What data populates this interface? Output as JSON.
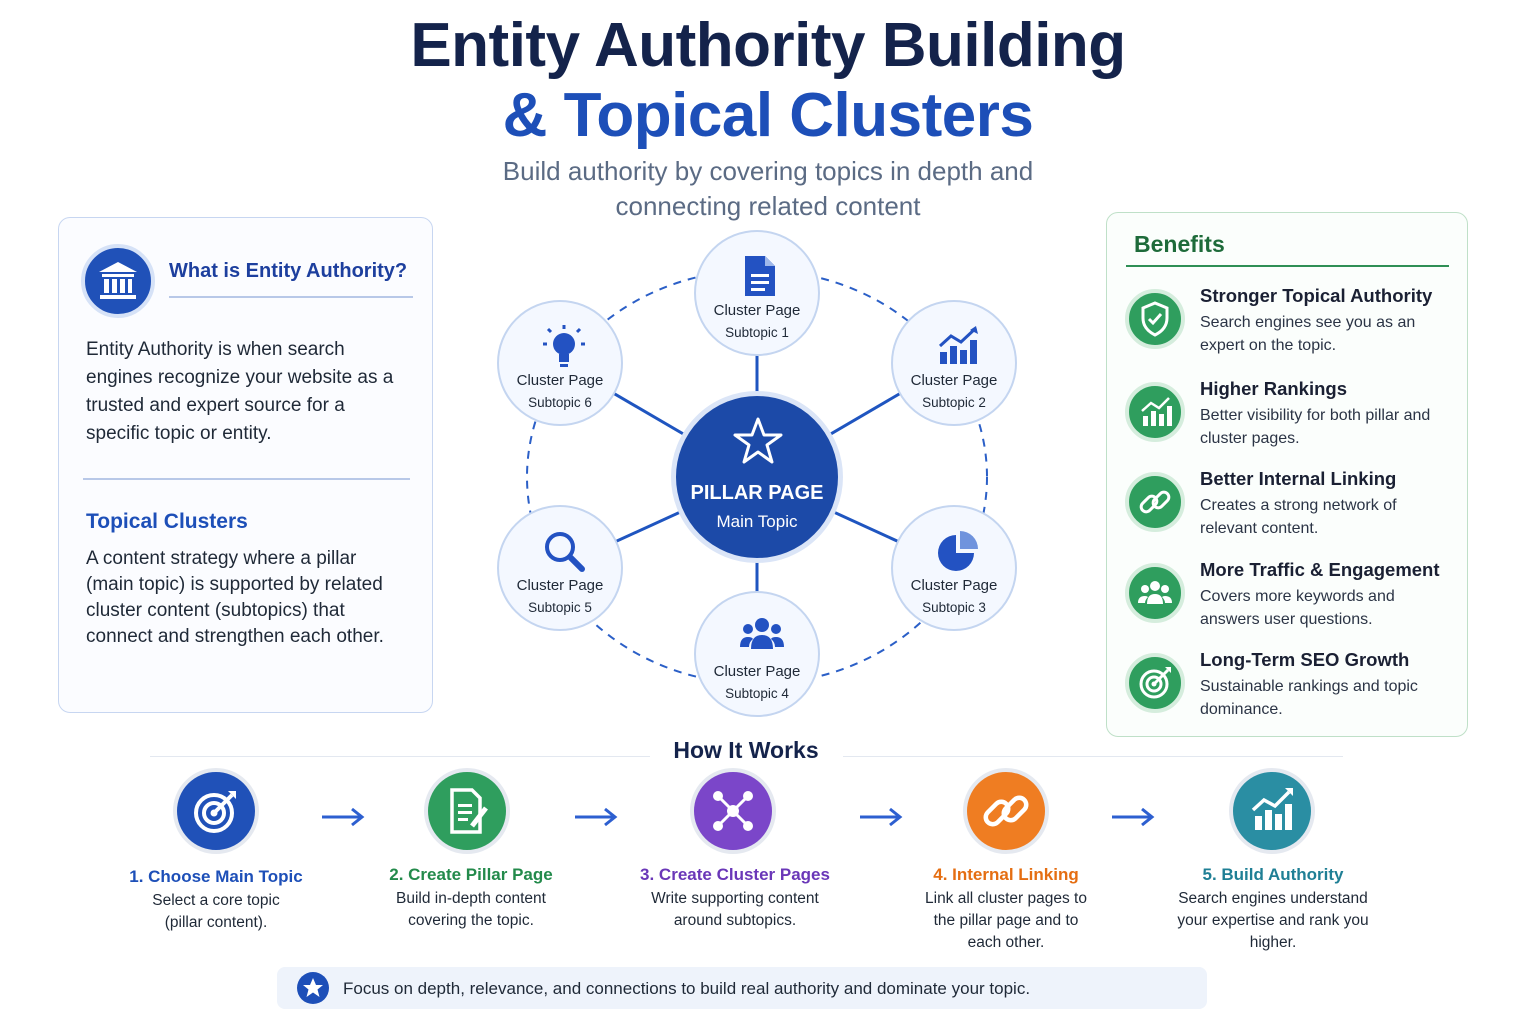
{
  "header": {
    "title_line1": "Entity Authority Building",
    "title_line2": "& Topical Clusters",
    "subtitle": "Build authority by covering topics in depth and connecting related content"
  },
  "left_panel": {
    "heading1": "What is Entity Authority?",
    "body1": "Entity Authority is when search engines recognize your website as a trusted and expert source for a specific topic or entity.",
    "heading2": "Topical Clusters",
    "body2": "A content strategy where a pillar (main topic) is supported by related cluster content (subtopics) that connect and strengthen each other.",
    "icon": "bank-building-icon"
  },
  "hub": {
    "center": {
      "label": "PILLAR PAGE",
      "sub": "Main Topic",
      "icon": "star-icon"
    },
    "nodes": [
      {
        "label": "Cluster Page",
        "sub": "Subtopic 1",
        "icon": "document-icon"
      },
      {
        "label": "Cluster Page",
        "sub": "Subtopic 2",
        "icon": "bar-chart-icon"
      },
      {
        "label": "Cluster Page",
        "sub": "Subtopic 3",
        "icon": "pie-chart-icon"
      },
      {
        "label": "Cluster Page",
        "sub": "Subtopic 4",
        "icon": "users-icon"
      },
      {
        "label": "Cluster Page",
        "sub": "Subtopic 5",
        "icon": "search-icon"
      },
      {
        "label": "Cluster Page",
        "sub": "Subtopic 6",
        "icon": "lightbulb-icon"
      }
    ],
    "colors": {
      "primary": "#1c4aa8",
      "node_fill": "#f4f8ff",
      "line": "#1f55c0"
    }
  },
  "benefits": {
    "title": "Benefits",
    "items": [
      {
        "title": "Stronger Topical Authority",
        "desc": "Search engines see you as an expert on the topic.",
        "icon": "shield-check-icon"
      },
      {
        "title": "Higher Rankings",
        "desc": "Better visibility for both pillar and cluster pages.",
        "icon": "rising-chart-icon"
      },
      {
        "title": "Better Internal Linking",
        "desc": "Creates a strong network of relevant content.",
        "icon": "link-icon"
      },
      {
        "title": "More Traffic & Engagement",
        "desc": "Covers more keywords and answers user questions.",
        "icon": "users-icon"
      },
      {
        "title": "Long-Term SEO Growth",
        "desc": "Sustainable rankings and topic dominance.",
        "icon": "target-icon"
      }
    ],
    "color": "#2f9e5e"
  },
  "how_it_works": {
    "title": "How It Works",
    "steps": [
      {
        "title": "1. Choose Main Topic",
        "desc": "Select a core topic (pillar content).",
        "icon": "target-icon",
        "color": "#2051b8"
      },
      {
        "title": "2. Create Pillar Page",
        "desc": "Build in-depth content covering the topic.",
        "icon": "document-edit-icon",
        "color": "#2f9e5e"
      },
      {
        "title": "3. Create Cluster Pages",
        "desc": "Write supporting content around subtopics.",
        "icon": "network-icon",
        "color": "#7b46c9"
      },
      {
        "title": "4. Internal Linking",
        "desc": "Link all cluster pages to the pillar page and to each other.",
        "icon": "link-icon",
        "color": "#ef7d22"
      },
      {
        "title": "5. Build Authority",
        "desc": "Search engines understand your expertise and rank you higher.",
        "icon": "rising-chart-icon",
        "color": "#2a8ea3"
      }
    ]
  },
  "footer": {
    "text": "Focus on depth, relevance, and connections to build real authority and dominate your topic.",
    "icon": "star-icon"
  }
}
